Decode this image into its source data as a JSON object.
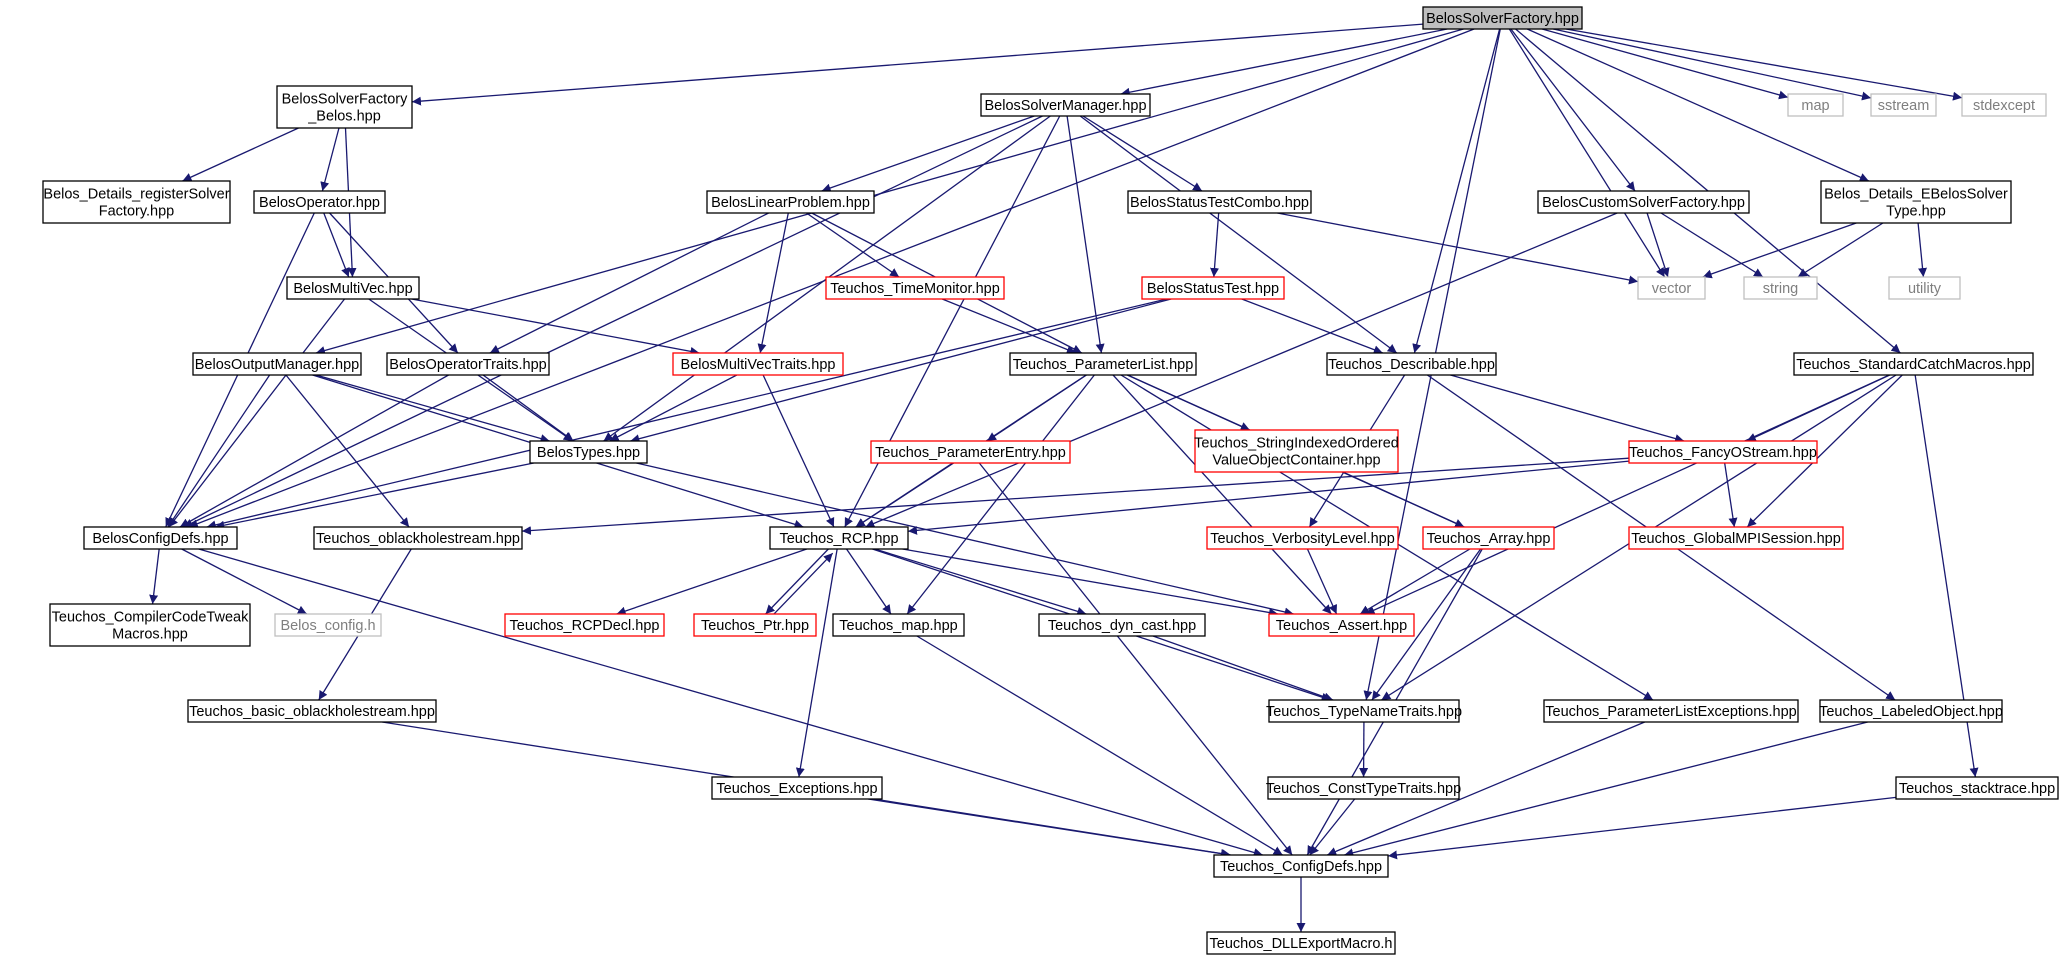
{
  "graph": {
    "root": "belos-solver-factory",
    "colors": {
      "edge": "#191970",
      "box_normal": "#000000",
      "box_truncated": "#ff0000",
      "box_external": "#bfbfbf",
      "root_fill": "#bfbfbf",
      "text_normal": "#000000",
      "text_external": "#7f7f7f"
    },
    "nodes": [
      {
        "id": "belos-solver-factory",
        "lines": [
          "BelosSolverFactory.hpp"
        ],
        "kind": "root"
      },
      {
        "id": "belos-solver-factory-belos",
        "lines": [
          "BelosSolverFactory",
          "_Belos.hpp"
        ],
        "kind": "normal"
      },
      {
        "id": "belos-solver-manager",
        "lines": [
          "BelosSolverManager.hpp"
        ],
        "kind": "normal"
      },
      {
        "id": "map",
        "lines": [
          "map"
        ],
        "kind": "external"
      },
      {
        "id": "sstream",
        "lines": [
          "sstream"
        ],
        "kind": "external"
      },
      {
        "id": "stdexcept",
        "lines": [
          "stdexcept"
        ],
        "kind": "external"
      },
      {
        "id": "belos-details-register-solver-factory",
        "lines": [
          "Belos_Details_registerSolver",
          "Factory.hpp"
        ],
        "kind": "normal"
      },
      {
        "id": "belos-operator",
        "lines": [
          "BelosOperator.hpp"
        ],
        "kind": "normal"
      },
      {
        "id": "belos-linear-problem",
        "lines": [
          "BelosLinearProblem.hpp"
        ],
        "kind": "normal"
      },
      {
        "id": "belos-status-test-combo",
        "lines": [
          "BelosStatusTestCombo.hpp"
        ],
        "kind": "normal"
      },
      {
        "id": "belos-custom-solver-factory",
        "lines": [
          "BelosCustomSolverFactory.hpp"
        ],
        "kind": "normal"
      },
      {
        "id": "belos-details-ebelos-solver-type",
        "lines": [
          "Belos_Details_EBelosSolver",
          "Type.hpp"
        ],
        "kind": "normal"
      },
      {
        "id": "belos-multi-vec",
        "lines": [
          "BelosMultiVec.hpp"
        ],
        "kind": "normal"
      },
      {
        "id": "teuchos-time-monitor",
        "lines": [
          "Teuchos_TimeMonitor.hpp"
        ],
        "kind": "truncated"
      },
      {
        "id": "belos-status-test",
        "lines": [
          "BelosStatusTest.hpp"
        ],
        "kind": "truncated"
      },
      {
        "id": "vector",
        "lines": [
          "vector"
        ],
        "kind": "external"
      },
      {
        "id": "string",
        "lines": [
          "string"
        ],
        "kind": "external"
      },
      {
        "id": "utility",
        "lines": [
          "utility"
        ],
        "kind": "external"
      },
      {
        "id": "belos-output-manager",
        "lines": [
          "BelosOutputManager.hpp"
        ],
        "kind": "normal"
      },
      {
        "id": "belos-operator-traits",
        "lines": [
          "BelosOperatorTraits.hpp"
        ],
        "kind": "normal"
      },
      {
        "id": "belos-multi-vec-traits",
        "lines": [
          "BelosMultiVecTraits.hpp"
        ],
        "kind": "truncated"
      },
      {
        "id": "teuchos-parameter-list",
        "lines": [
          "Teuchos_ParameterList.hpp"
        ],
        "kind": "normal"
      },
      {
        "id": "teuchos-describable",
        "lines": [
          "Teuchos_Describable.hpp"
        ],
        "kind": "normal"
      },
      {
        "id": "teuchos-standard-catch-macros",
        "lines": [
          "Teuchos_StandardCatchMacros.hpp"
        ],
        "kind": "normal"
      },
      {
        "id": "belos-types",
        "lines": [
          "BelosTypes.hpp"
        ],
        "kind": "normal"
      },
      {
        "id": "teuchos-parameter-entry",
        "lines": [
          "Teuchos_ParameterEntry.hpp"
        ],
        "kind": "truncated"
      },
      {
        "id": "teuchos-string-indexed-ordered",
        "lines": [
          "Teuchos_StringIndexedOrdered",
          "ValueObjectContainer.hpp"
        ],
        "kind": "truncated"
      },
      {
        "id": "teuchos-fancy-ostream",
        "lines": [
          "Teuchos_FancyOStream.hpp"
        ],
        "kind": "truncated"
      },
      {
        "id": "belos-config-defs",
        "lines": [
          "BelosConfigDefs.hpp"
        ],
        "kind": "normal"
      },
      {
        "id": "teuchos-oblackholestream",
        "lines": [
          "Teuchos_oblackholestream.hpp"
        ],
        "kind": "normal"
      },
      {
        "id": "teuchos-rcp",
        "lines": [
          "Teuchos_RCP.hpp"
        ],
        "kind": "normal"
      },
      {
        "id": "teuchos-verbosity-level",
        "lines": [
          "Teuchos_VerbosityLevel.hpp"
        ],
        "kind": "truncated"
      },
      {
        "id": "teuchos-array",
        "lines": [
          "Teuchos_Array.hpp"
        ],
        "kind": "truncated"
      },
      {
        "id": "teuchos-global-mpi-session",
        "lines": [
          "Teuchos_GlobalMPISession.hpp"
        ],
        "kind": "truncated"
      },
      {
        "id": "teuchos-compiler-code-tweak-macros",
        "lines": [
          "Teuchos_CompilerCodeTweak",
          "Macros.hpp"
        ],
        "kind": "normal"
      },
      {
        "id": "belos-config-h",
        "lines": [
          "Belos_config.h"
        ],
        "kind": "external"
      },
      {
        "id": "teuchos-rcp-decl",
        "lines": [
          "Teuchos_RCPDecl.hpp"
        ],
        "kind": "truncated"
      },
      {
        "id": "teuchos-ptr",
        "lines": [
          "Teuchos_Ptr.hpp"
        ],
        "kind": "truncated"
      },
      {
        "id": "teuchos-map",
        "lines": [
          "Teuchos_map.hpp"
        ],
        "kind": "normal"
      },
      {
        "id": "teuchos-dyn-cast",
        "lines": [
          "Teuchos_dyn_cast.hpp"
        ],
        "kind": "normal"
      },
      {
        "id": "teuchos-assert",
        "lines": [
          "Teuchos_Assert.hpp"
        ],
        "kind": "truncated"
      },
      {
        "id": "teuchos-basic-oblackholestream",
        "lines": [
          "Teuchos_basic_oblackholestream.hpp"
        ],
        "kind": "normal"
      },
      {
        "id": "teuchos-type-name-traits",
        "lines": [
          "Teuchos_TypeNameTraits.hpp"
        ],
        "kind": "normal"
      },
      {
        "id": "teuchos-parameter-list-exceptions",
        "lines": [
          "Teuchos_ParameterListExceptions.hpp"
        ],
        "kind": "normal"
      },
      {
        "id": "teuchos-labeled-object",
        "lines": [
          "Teuchos_LabeledObject.hpp"
        ],
        "kind": "normal"
      },
      {
        "id": "teuchos-exceptions",
        "lines": [
          "Teuchos_Exceptions.hpp"
        ],
        "kind": "normal"
      },
      {
        "id": "teuchos-const-type-traits",
        "lines": [
          "Teuchos_ConstTypeTraits.hpp"
        ],
        "kind": "normal"
      },
      {
        "id": "teuchos-stacktrace",
        "lines": [
          "Teuchos_stacktrace.hpp"
        ],
        "kind": "normal"
      },
      {
        "id": "teuchos-config-defs",
        "lines": [
          "Teuchos_ConfigDefs.hpp"
        ],
        "kind": "normal"
      },
      {
        "id": "teuchos-dll-export-macro",
        "lines": [
          "Teuchos_DLLExportMacro.h"
        ],
        "kind": "normal"
      }
    ],
    "edges": [
      [
        "belos-solver-factory",
        "belos-solver-factory-belos"
      ],
      [
        "belos-solver-factory",
        "belos-solver-manager"
      ],
      [
        "belos-solver-factory",
        "map"
      ],
      [
        "belos-solver-factory",
        "sstream"
      ],
      [
        "belos-solver-factory",
        "stdexcept"
      ],
      [
        "belos-solver-factory",
        "belos-config-defs"
      ],
      [
        "belos-solver-factory",
        "belos-output-manager"
      ],
      [
        "belos-solver-factory",
        "teuchos-describable"
      ],
      [
        "belos-solver-factory",
        "belos-custom-solver-factory"
      ],
      [
        "belos-solver-factory",
        "belos-details-ebelos-solver-type"
      ],
      [
        "belos-solver-factory",
        "vector"
      ],
      [
        "belos-solver-factory",
        "teuchos-standard-catch-macros"
      ],
      [
        "belos-solver-factory",
        "teuchos-type-name-traits"
      ],
      [
        "belos-solver-factory-belos",
        "belos-details-register-solver-factory"
      ],
      [
        "belos-solver-factory-belos",
        "belos-operator"
      ],
      [
        "belos-solver-factory-belos",
        "belos-multi-vec"
      ],
      [
        "belos-solver-manager",
        "belos-linear-problem"
      ],
      [
        "belos-solver-manager",
        "belos-status-test-combo"
      ],
      [
        "belos-solver-manager",
        "belos-types"
      ],
      [
        "belos-solver-manager",
        "belos-config-defs"
      ],
      [
        "belos-solver-manager",
        "teuchos-parameter-list"
      ],
      [
        "belos-solver-manager",
        "teuchos-rcp"
      ],
      [
        "belos-solver-manager",
        "teuchos-describable"
      ],
      [
        "belos-operator",
        "belos-multi-vec"
      ],
      [
        "belos-operator",
        "belos-operator-traits"
      ],
      [
        "belos-operator",
        "belos-config-defs"
      ],
      [
        "belos-linear-problem",
        "teuchos-time-monitor"
      ],
      [
        "belos-linear-problem",
        "belos-multi-vec-traits"
      ],
      [
        "belos-linear-problem",
        "belos-operator-traits"
      ],
      [
        "belos-linear-problem",
        "teuchos-parameter-list"
      ],
      [
        "belos-status-test-combo",
        "belos-status-test"
      ],
      [
        "belos-status-test-combo",
        "vector"
      ],
      [
        "belos-custom-solver-factory",
        "vector"
      ],
      [
        "belos-custom-solver-factory",
        "string"
      ],
      [
        "belos-custom-solver-factory",
        "teuchos-rcp"
      ],
      [
        "belos-details-ebelos-solver-type",
        "vector"
      ],
      [
        "belos-details-ebelos-solver-type",
        "string"
      ],
      [
        "belos-details-ebelos-solver-type",
        "utility"
      ],
      [
        "belos-multi-vec",
        "belos-multi-vec-traits"
      ],
      [
        "belos-multi-vec",
        "belos-types"
      ],
      [
        "belos-multi-vec",
        "belos-config-defs"
      ],
      [
        "teuchos-time-monitor",
        "teuchos-parameter-list"
      ],
      [
        "belos-status-test",
        "belos-types"
      ],
      [
        "belos-status-test",
        "teuchos-describable"
      ],
      [
        "belos-status-test",
        "belos-config-defs"
      ],
      [
        "belos-output-manager",
        "belos-types"
      ],
      [
        "belos-output-manager",
        "belos-config-defs"
      ],
      [
        "belos-output-manager",
        "teuchos-oblackholestream"
      ],
      [
        "belos-output-manager",
        "teuchos-rcp"
      ],
      [
        "belos-operator-traits",
        "belos-types"
      ],
      [
        "belos-operator-traits",
        "belos-config-defs"
      ],
      [
        "belos-multi-vec-traits",
        "belos-types"
      ],
      [
        "belos-multi-vec-traits",
        "teuchos-rcp"
      ],
      [
        "teuchos-parameter-list",
        "teuchos-parameter-entry"
      ],
      [
        "teuchos-parameter-list",
        "teuchos-string-indexed-ordered"
      ],
      [
        "teuchos-parameter-list",
        "teuchos-rcp"
      ],
      [
        "teuchos-parameter-list",
        "teuchos-array"
      ],
      [
        "teuchos-parameter-list",
        "teuchos-assert"
      ],
      [
        "teuchos-parameter-list",
        "teuchos-map"
      ],
      [
        "teuchos-parameter-list",
        "teuchos-parameter-list-exceptions"
      ],
      [
        "teuchos-describable",
        "teuchos-fancy-ostream"
      ],
      [
        "teuchos-describable",
        "teuchos-verbosity-level"
      ],
      [
        "teuchos-describable",
        "teuchos-labeled-object"
      ],
      [
        "teuchos-standard-catch-macros",
        "teuchos-fancy-ostream"
      ],
      [
        "teuchos-standard-catch-macros",
        "teuchos-global-mpi-session"
      ],
      [
        "teuchos-standard-catch-macros",
        "teuchos-assert"
      ],
      [
        "teuchos-standard-catch-macros",
        "teuchos-type-name-traits"
      ],
      [
        "teuchos-standard-catch-macros",
        "teuchos-stacktrace"
      ],
      [
        "belos-types",
        "belos-config-defs"
      ],
      [
        "belos-types",
        "teuchos-assert"
      ],
      [
        "teuchos-parameter-entry",
        "teuchos-rcp"
      ],
      [
        "teuchos-parameter-entry",
        "teuchos-config-defs"
      ],
      [
        "teuchos-string-indexed-ordered",
        "teuchos-array"
      ],
      [
        "teuchos-fancy-ostream",
        "teuchos-oblackholestream"
      ],
      [
        "teuchos-fancy-ostream",
        "teuchos-rcp"
      ],
      [
        "teuchos-fancy-ostream",
        "teuchos-global-mpi-session"
      ],
      [
        "belos-config-defs",
        "teuchos-compiler-code-tweak-macros"
      ],
      [
        "belos-config-defs",
        "belos-config-h"
      ],
      [
        "belos-config-defs",
        "teuchos-config-defs"
      ],
      [
        "teuchos-oblackholestream",
        "teuchos-basic-oblackholestream"
      ],
      [
        "teuchos-rcp",
        "teuchos-rcp-decl"
      ],
      [
        "teuchos-rcp",
        "teuchos-ptr"
      ],
      [
        "teuchos-ptr",
        "teuchos-rcp"
      ],
      [
        "teuchos-rcp",
        "teuchos-map"
      ],
      [
        "teuchos-rcp",
        "teuchos-dyn-cast"
      ],
      [
        "teuchos-rcp",
        "teuchos-assert"
      ],
      [
        "teuchos-rcp",
        "teuchos-type-name-traits"
      ],
      [
        "teuchos-rcp",
        "teuchos-exceptions"
      ],
      [
        "teuchos-verbosity-level",
        "teuchos-assert"
      ],
      [
        "teuchos-array",
        "teuchos-assert"
      ],
      [
        "teuchos-array",
        "teuchos-type-name-traits"
      ],
      [
        "teuchos-array",
        "teuchos-config-defs"
      ],
      [
        "teuchos-map",
        "teuchos-config-defs"
      ],
      [
        "teuchos-dyn-cast",
        "teuchos-type-name-traits"
      ],
      [
        "teuchos-basic-oblackholestream",
        "teuchos-config-defs"
      ],
      [
        "teuchos-type-name-traits",
        "teuchos-const-type-traits"
      ],
      [
        "teuchos-parameter-list-exceptions",
        "teuchos-config-defs"
      ],
      [
        "teuchos-labeled-object",
        "teuchos-config-defs"
      ],
      [
        "teuchos-exceptions",
        "teuchos-config-defs"
      ],
      [
        "teuchos-const-type-traits",
        "teuchos-config-defs"
      ],
      [
        "teuchos-stacktrace",
        "teuchos-config-defs"
      ],
      [
        "teuchos-config-defs",
        "teuchos-dll-export-macro"
      ]
    ]
  }
}
